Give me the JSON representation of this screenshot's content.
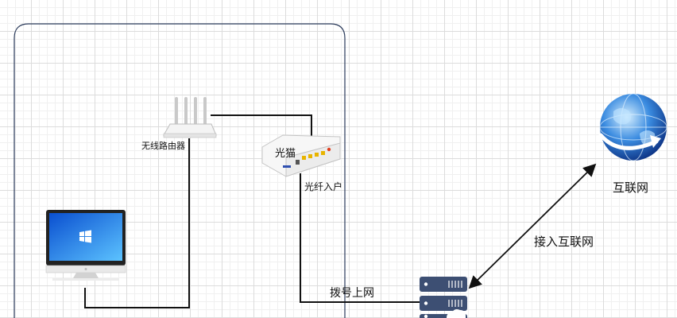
{
  "nodes": {
    "router": {
      "label": "无线路由器"
    },
    "modem": {
      "label": "光猫",
      "port_label": "光纤入户"
    },
    "globe": {
      "label": "互联网"
    }
  },
  "edges": {
    "dialup": {
      "label": "拨号上网"
    },
    "internet": {
      "label": "接入互联网"
    }
  },
  "colors": {
    "line": "#111111",
    "frame": "#2a3a5a",
    "server": "#3d4f73",
    "globe": "#1f5bb5"
  }
}
